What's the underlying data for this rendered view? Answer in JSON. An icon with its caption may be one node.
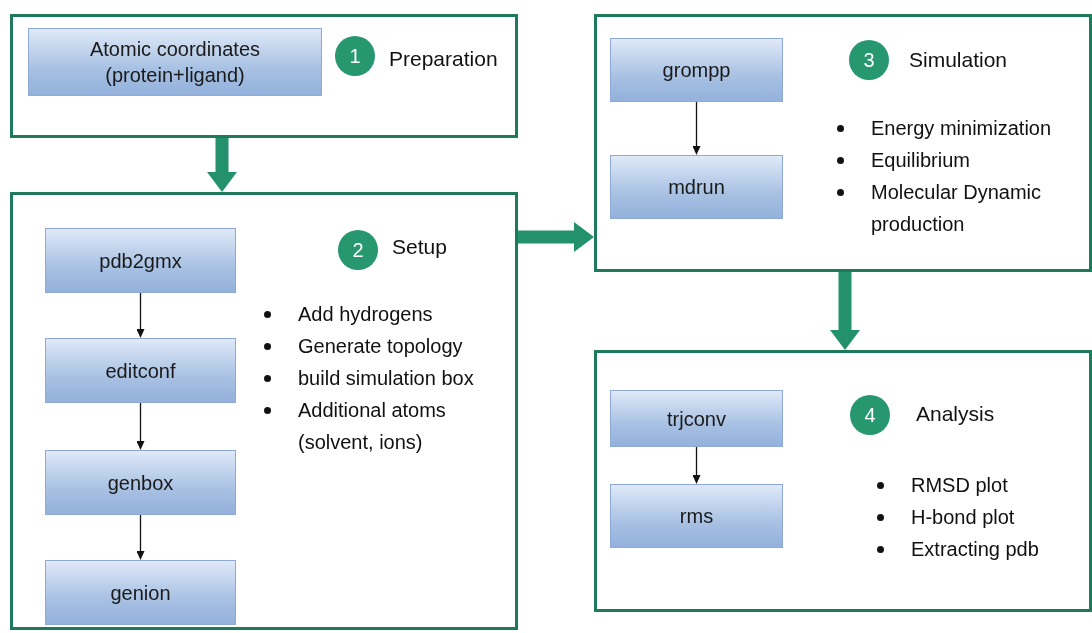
{
  "diagram": {
    "nodes": [
      {
        "text": [
          "Preparation"
        ]
      },
      {
        "text": [
          "1"
        ],
        "in": 0
      },
      {
        "text": [
          "Atomic coordinates (protein+ligand)"
        ],
        "in": 0
      },
      {
        "text": [
          "Setup",
          "Add hydrogens",
          "Generate topology",
          "build simulation box",
          "Additional atoms (solvent, ions)"
        ]
      },
      {
        "text": [
          "2"
        ],
        "in": 3
      },
      {
        "text": [
          "pdb2gmx"
        ],
        "in": 3
      },
      {
        "text": [
          "editconf"
        ],
        "in": 3
      },
      {
        "text": [
          "genbox"
        ],
        "in": 3
      },
      {
        "text": [
          "genion"
        ],
        "in": 3
      },
      {
        "text": [
          "Simulation",
          "Energy minimization",
          "Equilibrium",
          "Molecular Dynamic production"
        ]
      },
      {
        "text": [
          "3"
        ],
        "in": 9
      },
      {
        "text": [
          "grompp"
        ],
        "in": 9
      },
      {
        "text": [
          "mdrun"
        ],
        "in": 9
      },
      {
        "text": [
          "Analysis",
          "RMSD plot",
          "H-bond plot",
          "Extracting pdb"
        ]
      },
      {
        "text": [
          "4"
        ],
        "in": 13
      },
      {
        "text": [
          "trjconv"
        ],
        "in": 13
      },
      {
        "text": [
          "rms"
        ],
        "in": 13
      }
    ],
    "edges": [
      {
        "from": 0,
        "to": 3,
        "arrow": "to",
        "style": "thick",
        "color": "#23916b"
      },
      {
        "from": 3,
        "to": 9,
        "arrow": "to",
        "style": "thick",
        "color": "#23916b"
      },
      {
        "from": 9,
        "to": 13,
        "arrow": "to",
        "style": "thick",
        "color": "#23916b"
      },
      {
        "from": 5,
        "to": 6,
        "arrow": "to"
      },
      {
        "from": 6,
        "to": 7,
        "arrow": "to"
      },
      {
        "from": 7,
        "to": 8,
        "arrow": "to"
      },
      {
        "from": 11,
        "to": 12,
        "arrow": "to"
      },
      {
        "from": 15,
        "to": 16,
        "arrow": "to"
      }
    ]
  }
}
